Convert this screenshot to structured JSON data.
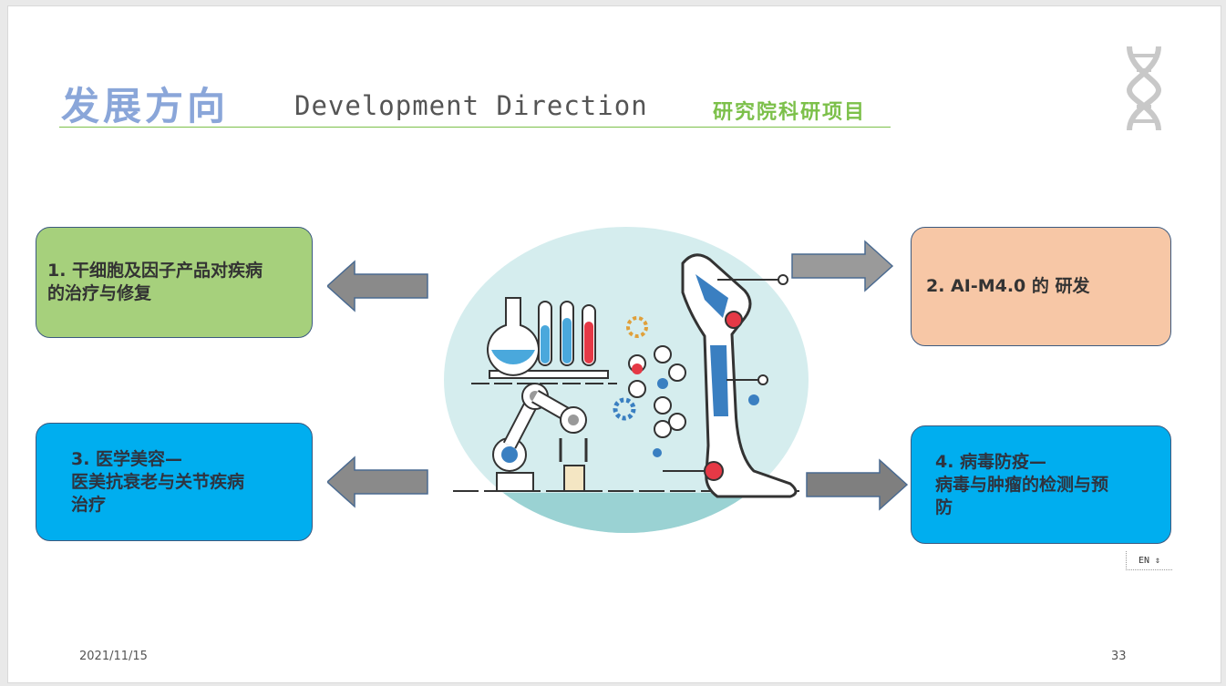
{
  "header": {
    "title_cn": "发展方向",
    "title_en": "Development Direction",
    "subtitle": "研究院科研项目"
  },
  "boxes": {
    "b1": {
      "line1": "1. 干细胞及因子产品对疾病",
      "line2": "的治疗与修复",
      "line3": ""
    },
    "b2": {
      "line1": "2. AI-M4.0 的 研发"
    },
    "b3": {
      "line1": "3. 医学美容—",
      "line2": "医美抗衰老与关节疾病",
      "line3": "治疗"
    },
    "b4": {
      "line1": "4. 病毒防疫—",
      "line2": "病毒与肿瘤的检测与预",
      "line3": "防"
    }
  },
  "footer": {
    "date": "2021/11/15",
    "page": "33"
  },
  "ime": {
    "lang": "EN",
    "arrow": "⇕"
  },
  "colors": {
    "title_blue": "#8aa6d9",
    "green_accent": "#7cc04a",
    "box_green": "#a6d07c",
    "box_peach": "#f7c7a6",
    "box_blue": "#00aeef",
    "arrow_gray": "#8a8a8a"
  },
  "icons": [
    "dna-icon",
    "lab-robot-illustration",
    "arrow-left-icon",
    "arrow-right-icon"
  ]
}
